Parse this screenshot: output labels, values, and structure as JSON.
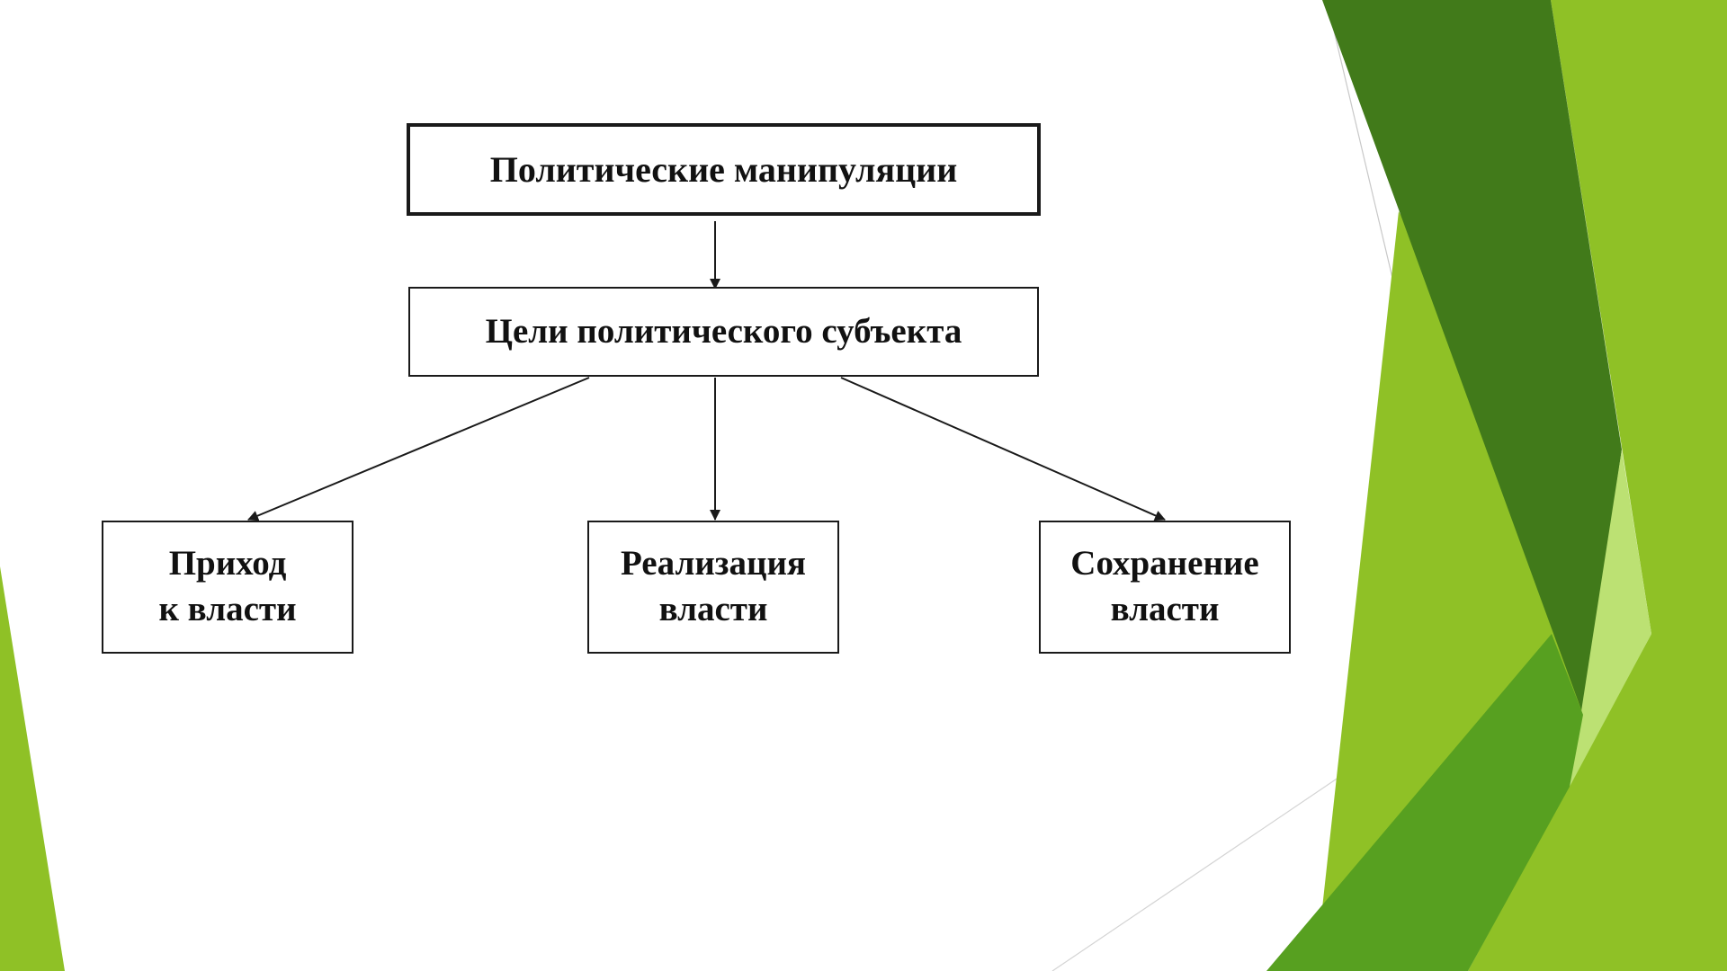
{
  "diagram": {
    "root": {
      "label": "Политические манипуляции"
    },
    "middle": {
      "label": "Цели политического субъекта"
    },
    "leaves": [
      {
        "line1": "Приход",
        "line2": "к власти"
      },
      {
        "line1": "Реализация",
        "line2": "власти"
      },
      {
        "line1": "Сохранение",
        "line2": "власти"
      }
    ]
  },
  "theme": {
    "green_dark": "#417a1a",
    "green_main": "#8fc126",
    "green_mid": "#57a020",
    "green_light": "#bce173",
    "line_color": "#1a1a1a"
  }
}
